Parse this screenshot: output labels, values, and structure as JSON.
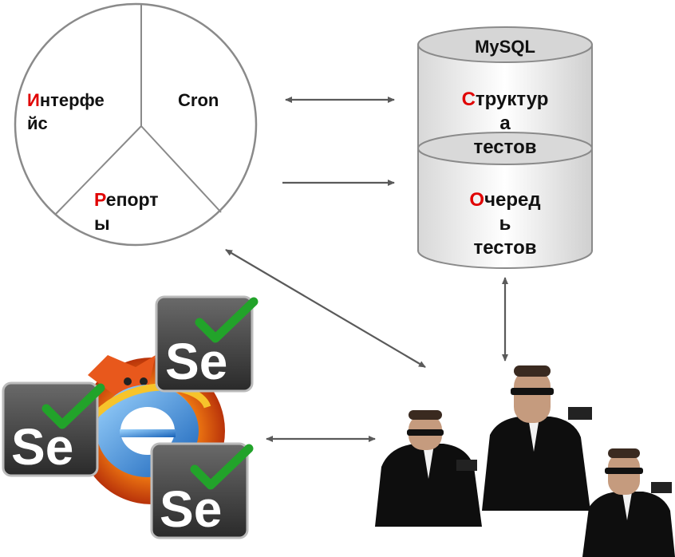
{
  "pie": {
    "interface": {
      "initial": "И",
      "rest": "нтерфе",
      "line2": "йс"
    },
    "cron": "Cron",
    "reports": {
      "initial": "Р",
      "rest": "епорт",
      "line2": "ы"
    }
  },
  "database": {
    "title": "MySQL",
    "structure": {
      "initial": "С",
      "rest": "труктур",
      "line2": "а",
      "line3": "тестов"
    },
    "queue": {
      "initial": "О",
      "rest": "черед",
      "line2": "ь",
      "line3": "тестов"
    }
  },
  "selenium": {
    "logo_text": "Se"
  },
  "colors": {
    "accent_initial": "#e00000",
    "arrow": "#5a5a5a",
    "check": "#22a32a",
    "tile": "#3b3b3b"
  },
  "icons": [
    "selenium-logo-icon",
    "firefox-logo-icon",
    "ie-logo-icon",
    "agent-figure-icon",
    "checkmark-icon"
  ]
}
